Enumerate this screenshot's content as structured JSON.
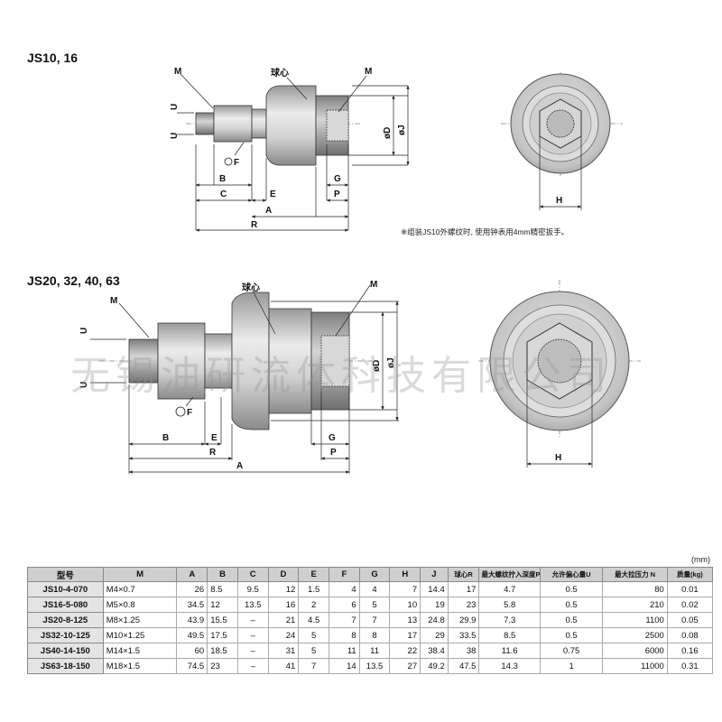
{
  "headers": {
    "top": "JS10, 16",
    "bottom": "JS20, 32, 40, 63"
  },
  "labels": {
    "M": "M",
    "U": "U",
    "F": "F",
    "B": "B",
    "C": "C",
    "E": "E",
    "A": "A",
    "R": "R",
    "G": "G",
    "P": "P",
    "D": "øD",
    "J": "øJ",
    "H": "H",
    "ball": "球心"
  },
  "note": "※组装JS10外螺纹时, 使用钟表用4mm精密扳手。",
  "unit": "(mm)",
  "watermark": "无锡油研流体科技有限公司",
  "table": {
    "columns": [
      "型号",
      "M",
      "A",
      "B",
      "C",
      "D",
      "E",
      "F",
      "G",
      "H",
      "J",
      "球心R",
      "最大螺纹拧入深度P",
      "允许偏心量U",
      "最大拉压力 N",
      "质量(kg)"
    ],
    "rows": [
      [
        "JS10-4-070",
        "M4×0.7",
        "26",
        "8.5",
        "9.5",
        "12",
        "1.5",
        "4",
        "4",
        "7",
        "14.4",
        "17",
        "4.7",
        "0.5",
        "80",
        "0.01"
      ],
      [
        "JS16-5-080",
        "M5×0.8",
        "34.5",
        "12",
        "13.5",
        "16",
        "2",
        "6",
        "5",
        "10",
        "19",
        "23",
        "5.8",
        "0.5",
        "210",
        "0.02"
      ],
      [
        "JS20-8-125",
        "M8×1.25",
        "43.9",
        "15.5",
        "–",
        "21",
        "4.5",
        "7",
        "7",
        "13",
        "24.8",
        "29.9",
        "7.3",
        "0.5",
        "1100",
        "0.05"
      ],
      [
        "JS32-10-125",
        "M10×1.25",
        "49.5",
        "17.5",
        "–",
        "24",
        "5",
        "8",
        "8",
        "17",
        "29",
        "33.5",
        "8.5",
        "0.5",
        "2500",
        "0.08"
      ],
      [
        "JS40-14-150",
        "M14×1.5",
        "60",
        "18.5",
        "–",
        "31",
        "5",
        "11",
        "11",
        "22",
        "38.4",
        "38",
        "11.6",
        "0.75",
        "6000",
        "0.16"
      ],
      [
        "JS63-18-150",
        "M18×1.5",
        "74.5",
        "23",
        "–",
        "41",
        "7",
        "14",
        "13.5",
        "27",
        "49.2",
        "47.5",
        "14.3",
        "1",
        "11000",
        "0.31"
      ]
    ]
  }
}
